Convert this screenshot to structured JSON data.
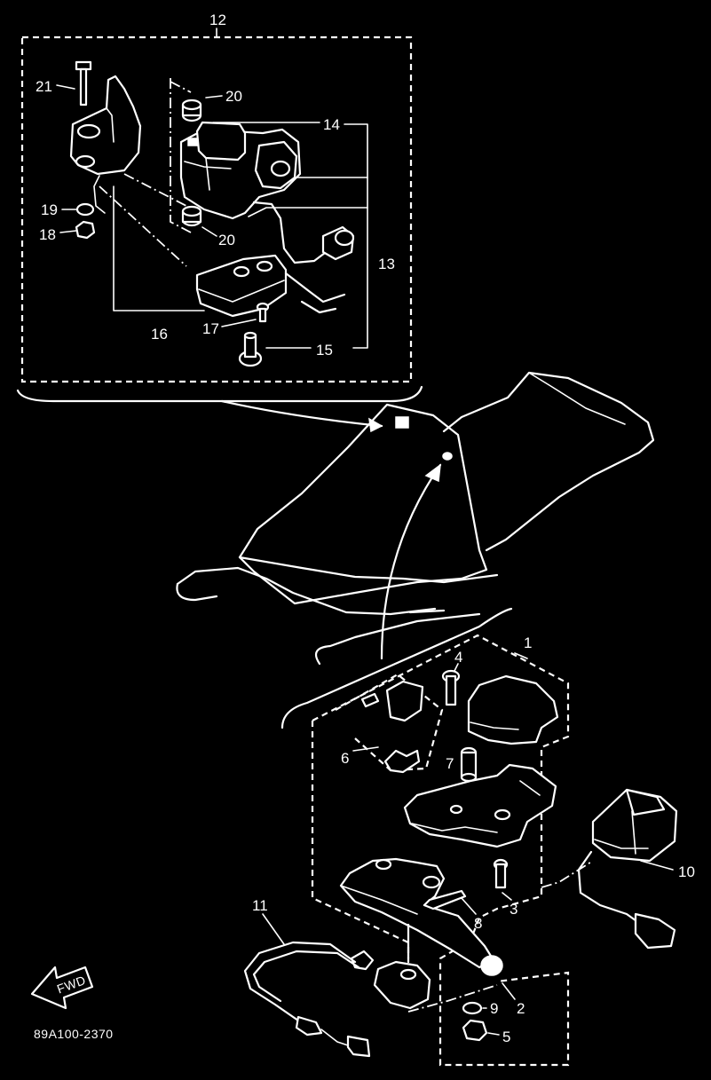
{
  "callouts": {
    "c1": "1",
    "c2": "2",
    "c3": "3",
    "c4": "4",
    "c5": "5",
    "c6": "6",
    "c7": "7",
    "c8": "8",
    "c9": "9",
    "c10": "10",
    "c11": "11",
    "c12": "12",
    "c13": "13",
    "c14": "14",
    "c15": "15",
    "c16": "16",
    "c17": "17",
    "c18": "18",
    "c19": "19",
    "c20a": "20",
    "c20b": "20",
    "c21": "21"
  },
  "fwd_label": "FWD",
  "diagram_code": "89A100-2370",
  "colors": {
    "background": "#000000",
    "ink": "#ffffff"
  }
}
